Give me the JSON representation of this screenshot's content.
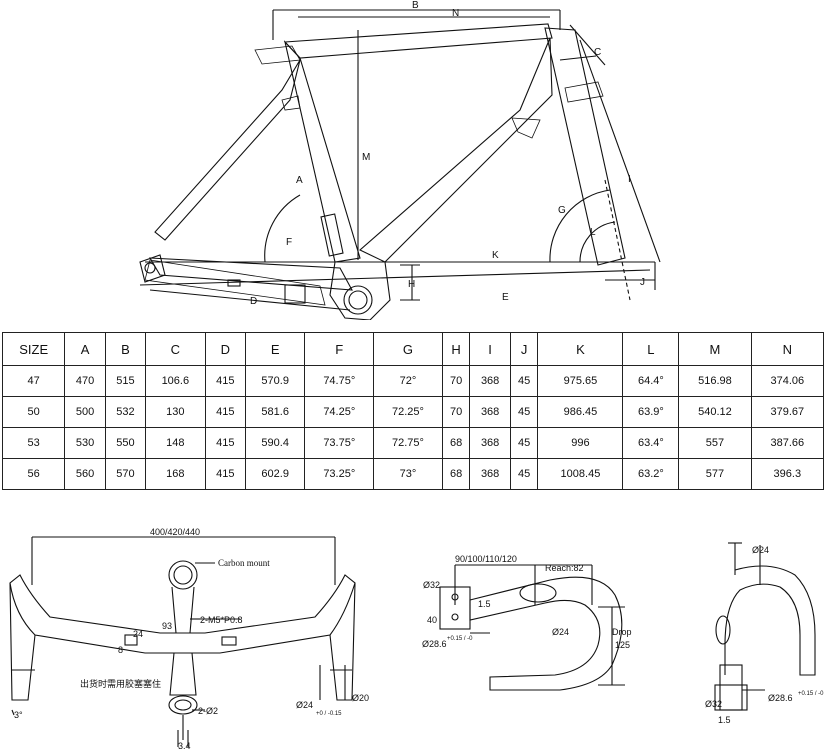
{
  "frame_labels": {
    "A": "A",
    "B": "B",
    "C": "C",
    "D": "D",
    "E": "E",
    "F": "F",
    "G": "G",
    "H": "H",
    "I": "I",
    "J": "J",
    "K": "K",
    "L": "L",
    "M": "M",
    "N": "N"
  },
  "table": {
    "headers": [
      "SIZE",
      "A",
      "B",
      "C",
      "D",
      "E",
      "F",
      "G",
      "H",
      "I",
      "J",
      "K",
      "L",
      "M",
      "N"
    ],
    "rows": [
      [
        "47",
        "470",
        "515",
        "106.6",
        "415",
        "570.9",
        "74.75°",
        "72°",
        "70",
        "368",
        "45",
        "975.65",
        "64.4°",
        "516.98",
        "374.06"
      ],
      [
        "50",
        "500",
        "532",
        "130",
        "415",
        "581.6",
        "74.25°",
        "72.25°",
        "70",
        "368",
        "45",
        "986.45",
        "63.9°",
        "540.12",
        "379.67"
      ],
      [
        "53",
        "530",
        "550",
        "148",
        "415",
        "590.4",
        "73.75°",
        "72.75°",
        "68",
        "368",
        "45",
        "996",
        "63.4°",
        "557",
        "387.66"
      ],
      [
        "56",
        "560",
        "570",
        "168",
        "415",
        "602.9",
        "73.25°",
        "73°",
        "68",
        "368",
        "45",
        "1008.45",
        "63.2°",
        "577",
        "396.3"
      ]
    ]
  },
  "handlebar_front": {
    "width": "400/420/440",
    "carbon_mount": "Carbon mount",
    "bolt": "2-M5*P0.8",
    "dim_93": "93",
    "dim_24": "24",
    "dim_8": "8",
    "hole": "2-Ø2",
    "angle_3": "3°",
    "dim_34": "3.4",
    "note_cn": "出货时需用胶塞塞住",
    "dia_24": "Ø24",
    "dia_24_tol": "+0 / -0.15",
    "dia_20": "Ø20"
  },
  "handlebar_side": {
    "stem_lengths": "90/100/110/120",
    "reach": "Reach:82",
    "dia_32": "Ø32",
    "dim_15": "1.5",
    "dim_40": "40",
    "dia_286": "Ø28.6",
    "dia_286_tol": "+0.15 / -0",
    "dia_24": "Ø24",
    "drop_label": "Drop",
    "drop_value": "125"
  },
  "handlebar_rear": {
    "dia_24": "Ø24",
    "dia_32": "Ø32",
    "dim_15": "1.5",
    "dia_286": "Ø28.6",
    "dia_286_tol": "+0.15 / -0"
  }
}
